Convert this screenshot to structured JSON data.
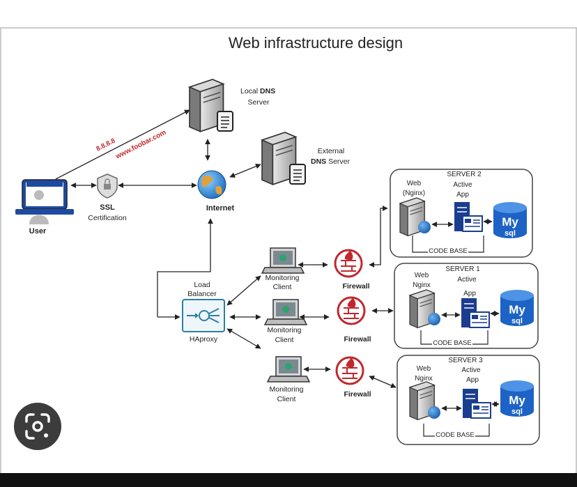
{
  "title": "Web infrastructure design",
  "user": {
    "label": "User"
  },
  "ssl": {
    "line1": "SSL",
    "line2": "Certification"
  },
  "request": {
    "ip": "8.8.8.8",
    "domain": "www.foobar.com"
  },
  "local_dns": {
    "line1_pre": "Local ",
    "line1_bold": "DNS",
    "line2": "Server"
  },
  "external_dns": {
    "line1": "External",
    "line2_bold": "DNS",
    "line2_post": " Server"
  },
  "internet": {
    "label": "Internet"
  },
  "load_balancer": {
    "line1": "Load",
    "line2": "Balancer",
    "name": "HAproxy"
  },
  "monitoring": [
    {
      "line1": "Monitoring",
      "line2": "Client"
    },
    {
      "line1": "Monitoring",
      "line2": "Client"
    },
    {
      "line1": "Monitoring",
      "line2": "Client"
    }
  ],
  "firewalls": [
    {
      "label": "Firewall"
    },
    {
      "label": "Firewall"
    },
    {
      "label": "Firewall"
    }
  ],
  "servers": [
    {
      "title": "SERVER 2",
      "web1": "Web",
      "web2": "(Nginx)",
      "active": "Active",
      "app": "App",
      "code": "CODE BASE",
      "db1": "My",
      "db2": "sql"
    },
    {
      "title": "SERVER 1",
      "web1": "Web",
      "web2": "Nginx",
      "active": "Active",
      "app": "App",
      "code": "CODE BASE",
      "db1": "My",
      "db2": "sql"
    },
    {
      "title": "SERVER 3",
      "web1": "Web",
      "web2": "Nginx",
      "active": "Active",
      "app": "App",
      "code": "CODE BASE",
      "db1": "My",
      "db2": "sql"
    }
  ],
  "colors": {
    "accent_red": "#c0282d",
    "db_blue": "#1d63c6",
    "app_blue": "#1a3d8f",
    "lb_teal": "#2a7fa3"
  },
  "lens_icon": "lens-camera-icon"
}
